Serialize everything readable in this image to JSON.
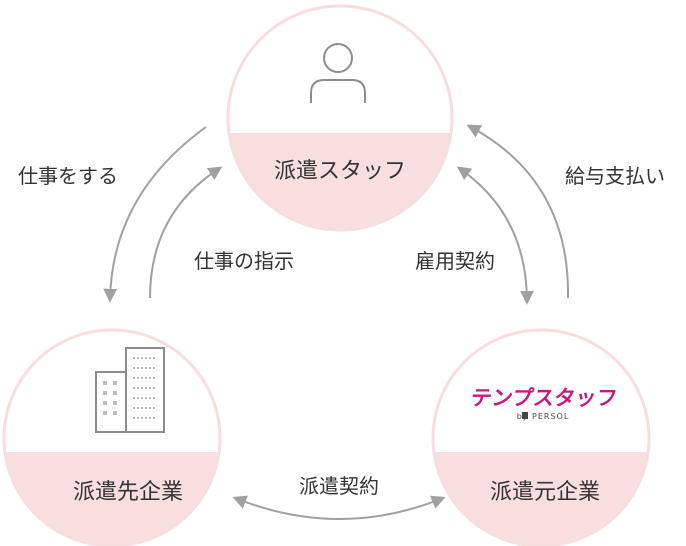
{
  "nodes": {
    "staff": {
      "label": "派遣スタッフ",
      "icon": "person-icon"
    },
    "client": {
      "label": "派遣先企業",
      "icon": "building-icon"
    },
    "agency": {
      "label": "派遣元企業",
      "logo_text": "テンプスタッフ",
      "logo_sub": "by PERSOL"
    }
  },
  "edges": {
    "work": "仕事をする",
    "instruction": "仕事の指示",
    "employment": "雇用契約",
    "payment": "給与支払い",
    "dispatch_contract": "派遣契約"
  },
  "colors": {
    "circle_fill": "#ffffff",
    "circle_border": "#f7dede",
    "label_band": "#f8dedf",
    "arrow": "#a0a0a0",
    "logo": "#c8177d"
  }
}
